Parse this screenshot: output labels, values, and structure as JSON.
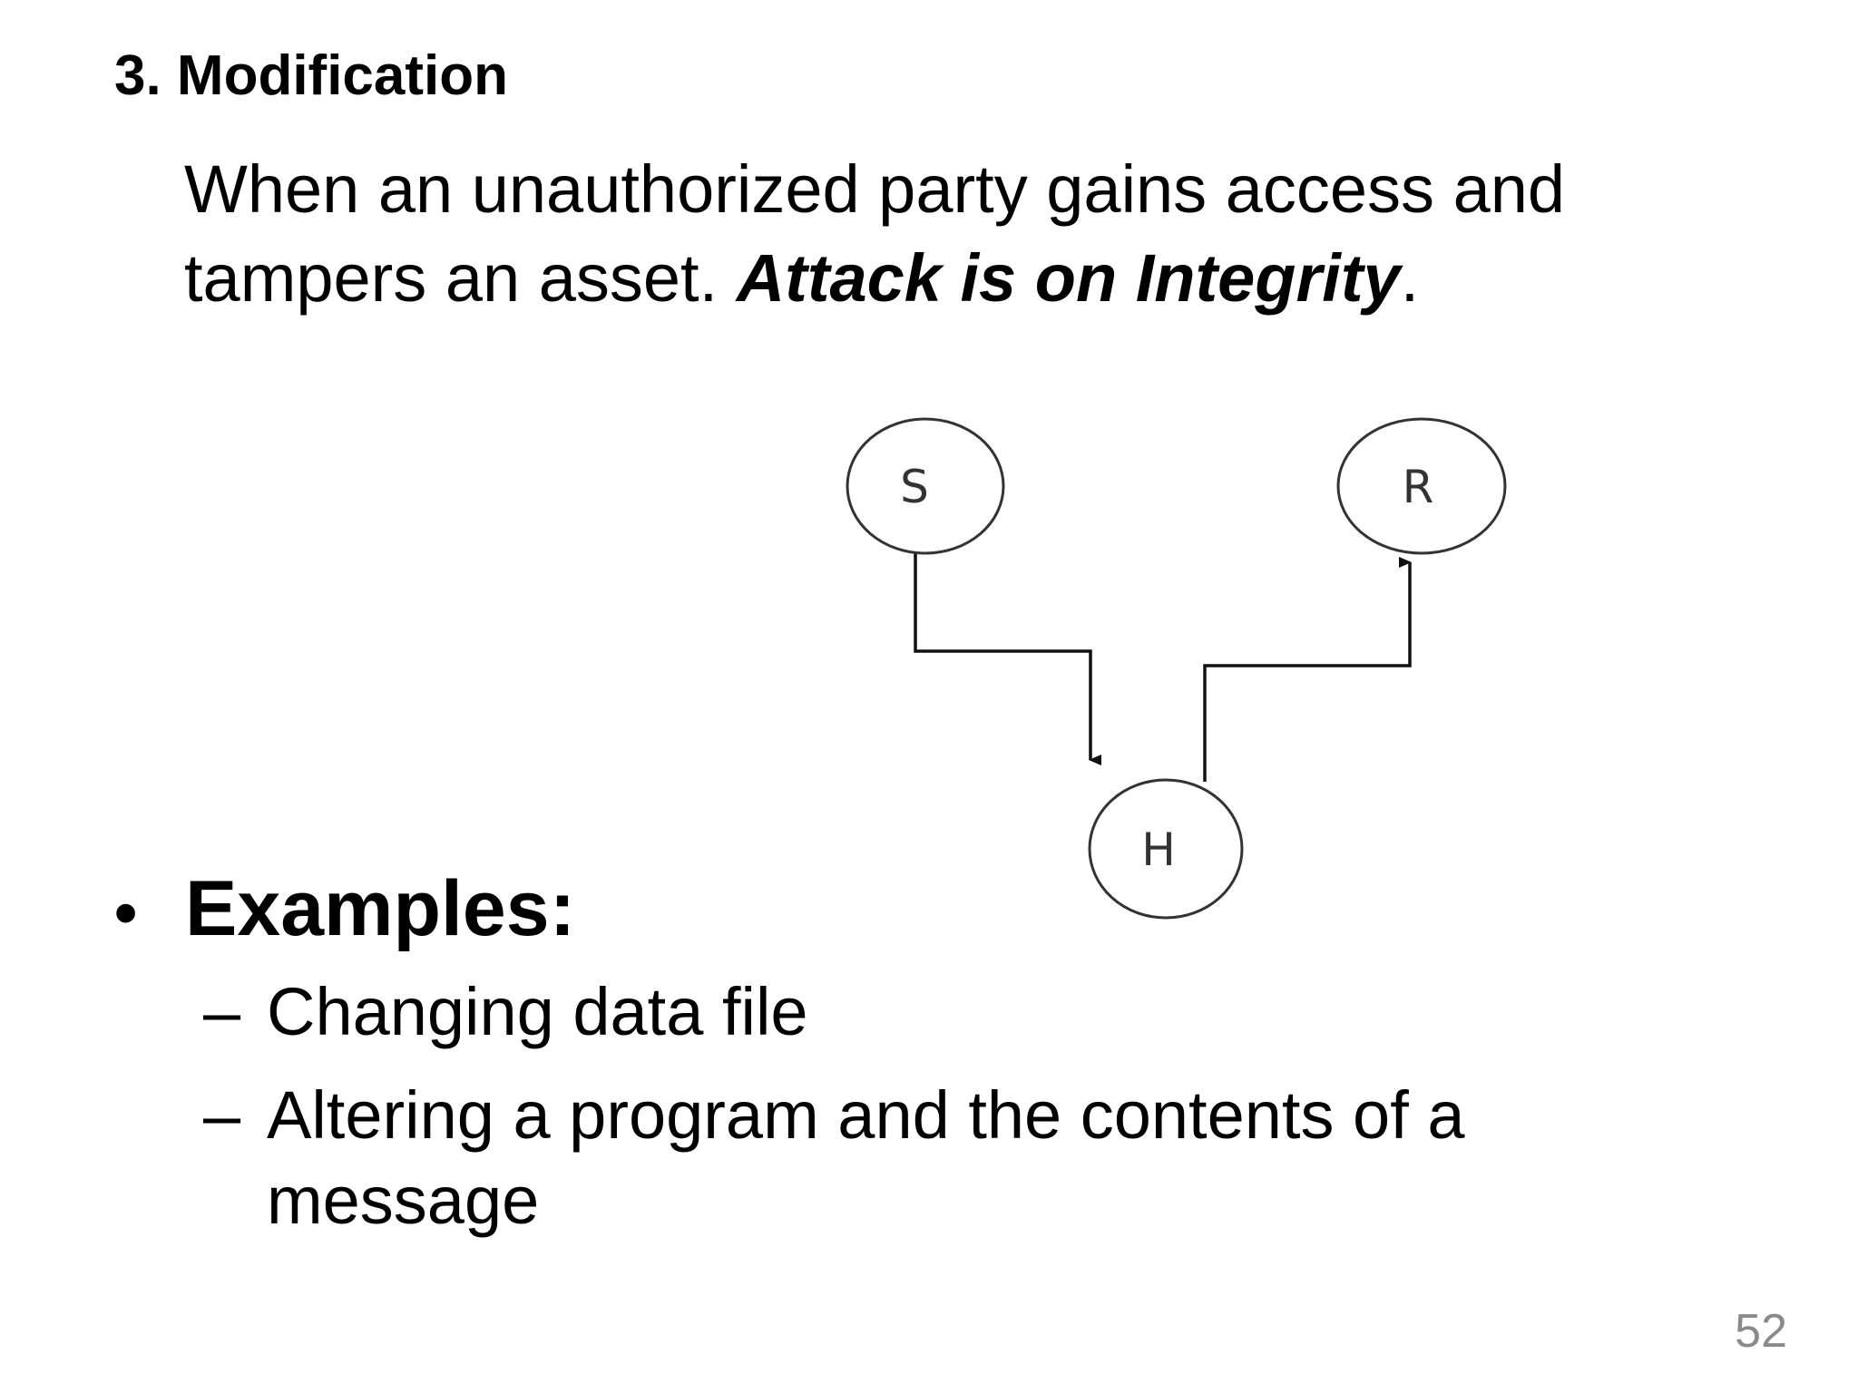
{
  "slide": {
    "heading": "3. Modification",
    "definition_plain": "When an unauthorized party gains access and tampers an asset. ",
    "definition_emph": "Attack is on Integrity",
    "definition_end": ".",
    "diagram": {
      "nodes": {
        "sender": "S",
        "receiver": "R",
        "interceptor": "H"
      }
    },
    "examples": {
      "bullet": "•",
      "heading": "Examples:",
      "dash": "–",
      "items": [
        "Changing data file",
        "Altering a program and the contents of a message"
      ]
    },
    "page_number": "52"
  }
}
